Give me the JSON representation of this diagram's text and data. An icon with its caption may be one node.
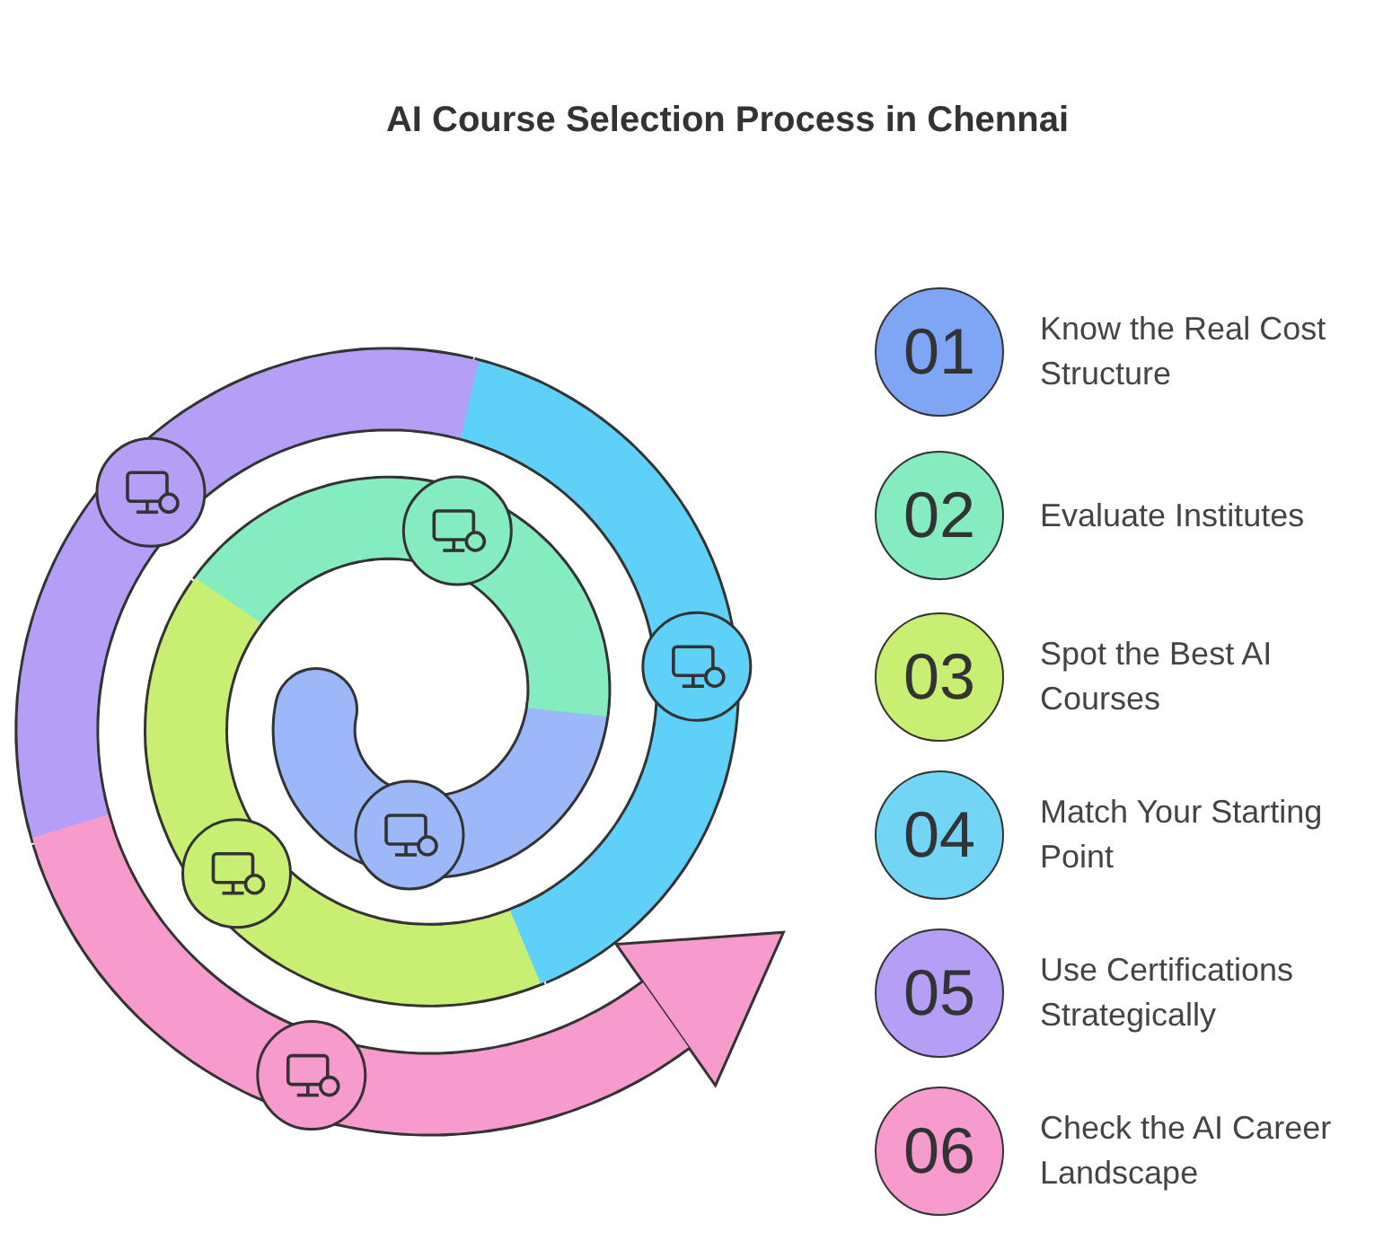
{
  "diagram": {
    "title": "AI Course Selection Process in Chennai",
    "nodes": [
      {
        "text": [
          "01"
        ],
        "beside": [
          "Know the Real Cost Structure"
        ]
      },
      {
        "text": [
          "02"
        ],
        "beside": [
          "Evaluate Institutes"
        ]
      },
      {
        "text": [
          "03"
        ],
        "beside": [
          "Spot the Best AI Courses"
        ]
      },
      {
        "text": [
          "04"
        ],
        "beside": [
          "Match Your Starting Point"
        ]
      },
      {
        "text": [
          "05"
        ],
        "beside": [
          "Use Certifications Strategically"
        ]
      },
      {
        "text": [
          "06"
        ],
        "beside": [
          "Check the AI Career Landscape"
        ]
      }
    ]
  }
}
